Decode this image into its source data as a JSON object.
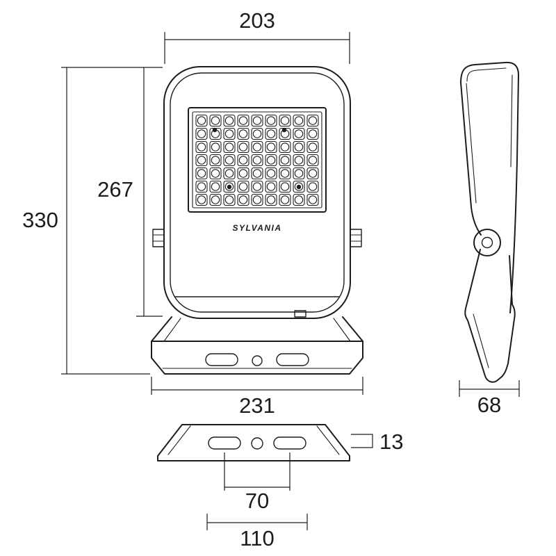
{
  "brand": "SYLVANIA",
  "dimensions": {
    "width_top": "203",
    "height_body": "267",
    "height_total": "330",
    "width_bracket": "231",
    "depth": "68",
    "bracket_thickness": "13",
    "hole_spacing_inner": "70",
    "hole_spacing_outer": "110"
  },
  "colors": {
    "line": "#1c1c1c",
    "bg": "#ffffff"
  }
}
